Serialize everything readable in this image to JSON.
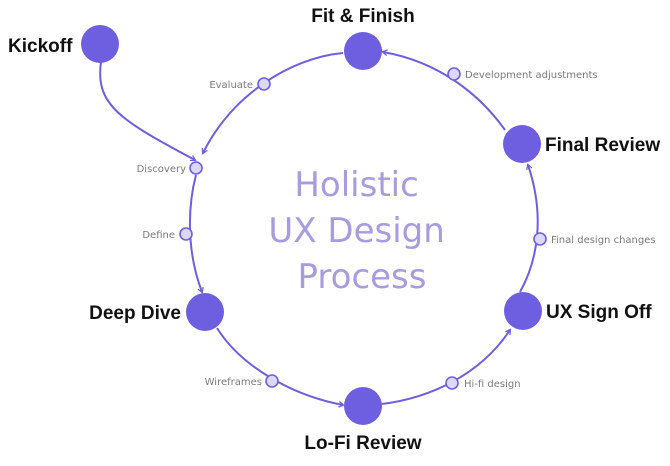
{
  "colors": {
    "phase_fill": "#6e5ee0",
    "line": "#6e5ee0",
    "step_fill": "#dcd8f7",
    "title": "#a89be0"
  },
  "title_lines": [
    "Holistic",
    "UX Design",
    "Process"
  ],
  "start": {
    "label": "Kickoff"
  },
  "phases": [
    {
      "id": "fit-finish",
      "label": "Fit & Finish"
    },
    {
      "id": "final-review",
      "label": "Final Review"
    },
    {
      "id": "ux-sign-off",
      "label": "UX Sign Off"
    },
    {
      "id": "lo-fi-review",
      "label": "Lo-Fi Review"
    },
    {
      "id": "deep-dive",
      "label": "Deep Dive"
    }
  ],
  "steps": [
    {
      "id": "evaluate",
      "label": "Evaluate"
    },
    {
      "id": "discovery",
      "label": "Discovery"
    },
    {
      "id": "define",
      "label": "Define"
    },
    {
      "id": "wireframes",
      "label": "Wireframes"
    },
    {
      "id": "hi-fi-design",
      "label": "Hi-fi design"
    },
    {
      "id": "final-design-changes",
      "label": "Final design changes"
    },
    {
      "id": "development-adjustments",
      "label": "Development adjustments"
    }
  ]
}
